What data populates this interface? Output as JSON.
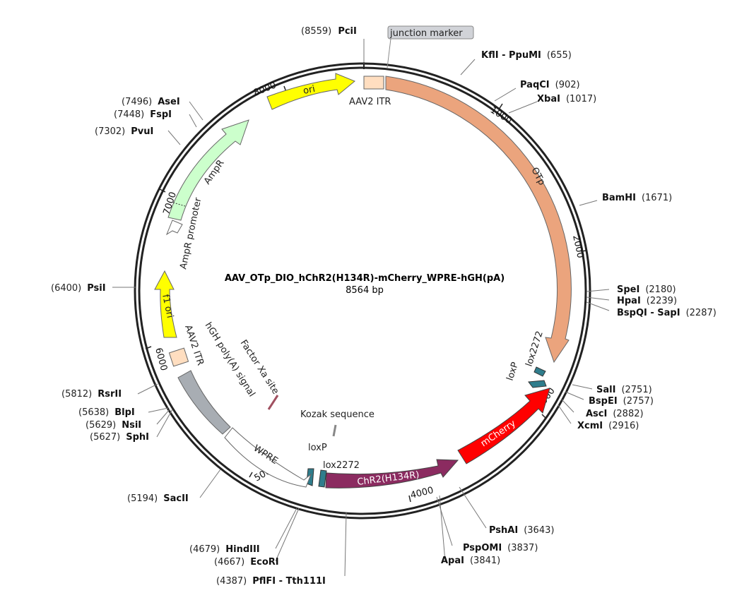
{
  "plasmid": {
    "name": "AAV_OTp_DIO_hChR2(H134R)-mCherry_WPRE-hGH(pA)",
    "length_label": "8564 bp"
  },
  "colors": {
    "ori": "#ffff00",
    "ampr": "#ccffcc",
    "itr": "#ffdec0",
    "otp": "#eba47d",
    "mcherry": "#ff0000",
    "chr2": "#8b2b60",
    "lox": "#2f7d8c",
    "hgh": "#a8adb3",
    "junction": "#d1d3d8"
  },
  "ticks": {
    "l1000": "1000",
    "l2000": "2000",
    "l3000": "3000",
    "l4000": "4000",
    "l5000": "5000",
    "l6000": "6000",
    "l7000": "7000",
    "l8000": "8000"
  },
  "sites": {
    "pcii": {
      "name": "PciI",
      "pos": "(8559)"
    },
    "kfli": {
      "name": "KflI - PpuMI",
      "pos": "(655)"
    },
    "paqci": {
      "name": "PaqCI",
      "pos": "(902)"
    },
    "xbai": {
      "name": "XbaI",
      "pos": "(1017)"
    },
    "bamhi": {
      "name": "BamHI",
      "pos": "(1671)"
    },
    "spei": {
      "name": "SpeI",
      "pos": "(2180)"
    },
    "hpai": {
      "name": "HpaI",
      "pos": "(2239)"
    },
    "bspqi": {
      "name": "BspQI - SapI",
      "pos": "(2287)"
    },
    "sali": {
      "name": "SalI",
      "pos": "(2751)"
    },
    "bspei": {
      "name": "BspEI",
      "pos": "(2757)"
    },
    "asci": {
      "name": "AscI",
      "pos": "(2882)"
    },
    "xcmi": {
      "name": "XcmI",
      "pos": "(2916)"
    },
    "pshai": {
      "name": "PshAI",
      "pos": "(3643)"
    },
    "pspomi": {
      "name": "PspOMI",
      "pos": "(3837)"
    },
    "apai": {
      "name": "ApaI",
      "pos": "(3841)"
    },
    "pflfi": {
      "name": "PflFI - Tth111I",
      "pos": "(4387)"
    },
    "ecori": {
      "name": "EcoRI",
      "pos": "(4667)"
    },
    "hindiii": {
      "name": "HindIII",
      "pos": "(4679)"
    },
    "sacii": {
      "name": "SacII",
      "pos": "(5194)"
    },
    "sphi": {
      "name": "SphI",
      "pos": "(5627)"
    },
    "nsii": {
      "name": "NsiI",
      "pos": "(5629)"
    },
    "blpi": {
      "name": "BlpI",
      "pos": "(5638)"
    },
    "rsrii": {
      "name": "RsrII",
      "pos": "(5812)"
    },
    "psii": {
      "name": "PsiI",
      "pos": "(6400)"
    },
    "pvui": {
      "name": "PvuI",
      "pos": "(7302)"
    },
    "fspi": {
      "name": "FspI",
      "pos": "(7448)"
    },
    "asei": {
      "name": "AseI",
      "pos": "(7496)"
    }
  },
  "features": {
    "junction": "junction marker",
    "aav2_itr_top": "AAV2 ITR",
    "otp": "OTp",
    "lox2272_right": "lox2272",
    "loxp_right": "loxP",
    "mcherry": "mCherry",
    "chr2": "ChR2(H134R)",
    "lox2272_bottom": "lox2272",
    "loxp_bottom": "loxP",
    "kozak": "Kozak sequence",
    "factor_xa": "Factor Xa site",
    "wpre": "WPRE",
    "hgh": "hGH poly(A) signal",
    "aav2_itr_left": "AAV2 ITR",
    "f1ori": "f1 ori",
    "ampr_promoter": "AmpR promoter",
    "ampr": "AmpR",
    "ori": "ori"
  }
}
